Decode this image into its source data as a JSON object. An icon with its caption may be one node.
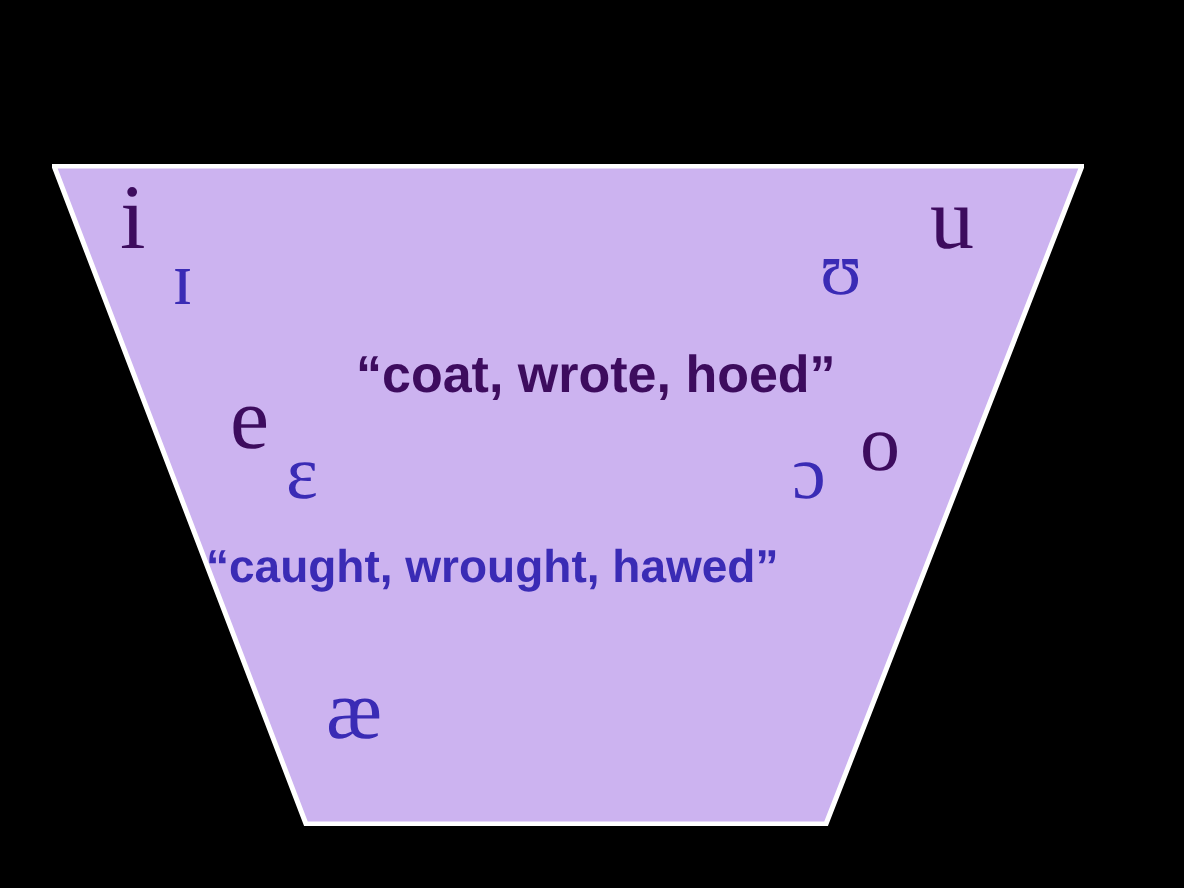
{
  "diagram": {
    "nodes": [
      {
        "text": [
          "i",
          "u",
          "ɪ",
          "ʊ",
          "“coat, wrote, hoed”",
          "e",
          "o",
          "ɛ",
          "ɔ",
          "“caught, wrought, hawed”",
          "æ"
        ]
      }
    ]
  }
}
